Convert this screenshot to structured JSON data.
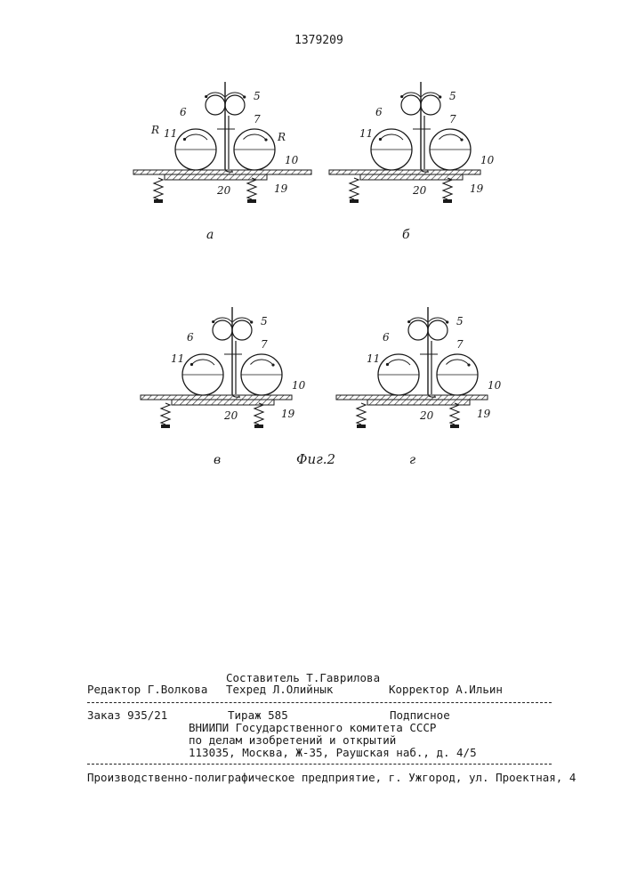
{
  "patent_number": "1379209",
  "figure_caption": "Фиг.2",
  "figures": [
    {
      "id": "a",
      "letter": "а",
      "labels": {
        "l6": "6",
        "l5": "5",
        "l7": "7",
        "lR1": "R",
        "l11": "11",
        "lR2": "R",
        "l10": "10",
        "l20": "20",
        "l19": "19"
      }
    },
    {
      "id": "b",
      "letter": "б",
      "labels": {
        "l6": "6",
        "l5": "5",
        "l7": "7",
        "l11": "11",
        "l10": "10",
        "l19": "19",
        "l20": "20"
      }
    },
    {
      "id": "v",
      "letter": "в",
      "labels": {
        "l6": "6",
        "l5": "5",
        "l7": "7",
        "l11": "11",
        "l10": "10",
        "l20": "20",
        "l19": "19"
      }
    },
    {
      "id": "g",
      "letter": "г",
      "labels": {
        "l6": "6",
        "l5": "5",
        "l7": "7",
        "l11": "11",
        "l10": "10",
        "l20": "20",
        "l19": "19"
      }
    }
  ],
  "footer": {
    "composer": "Составитель Т.Гаврилова",
    "editor": "Редактор Г.Волкова",
    "techred": "Техред Л.Олийнык",
    "corrector": "Корректор А.Ильин",
    "order": "Заказ 935/21",
    "circulation": "Тираж 585",
    "subscription": "Подписное",
    "org_line1": "ВНИИПИ Государственного комитета СССР",
    "org_line2": "по делам изобретений и открытий",
    "address": "113035, Москва, Ж-35, Раушская наб., д. 4/5",
    "printer": "Производственно-полиграфическое предприятие, г. Ужгород, ул. Проектная, 4"
  }
}
